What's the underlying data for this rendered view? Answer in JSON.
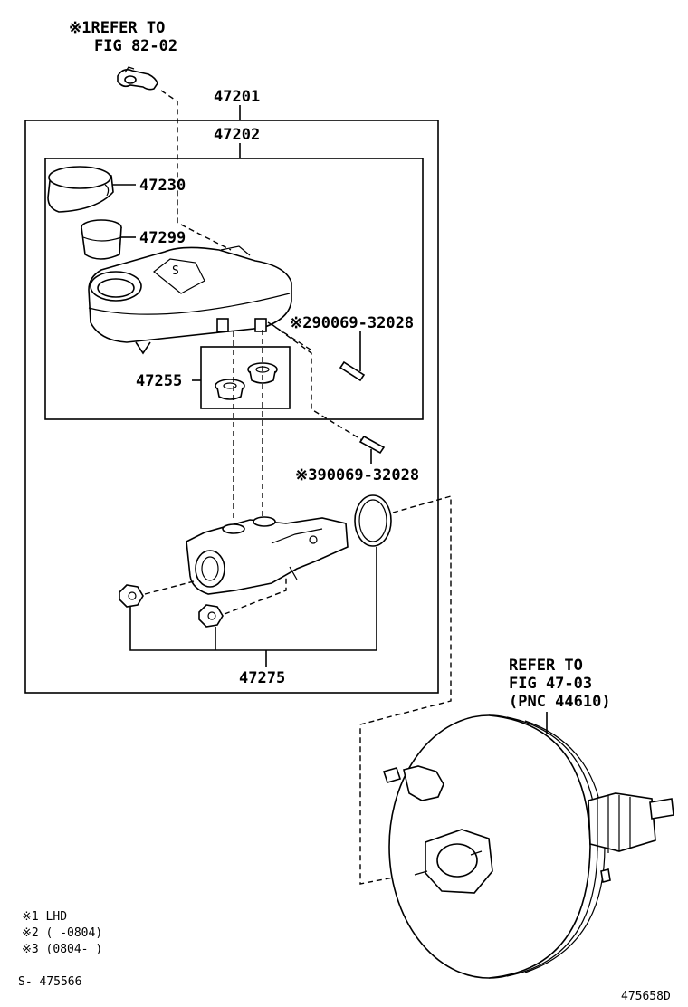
{
  "labels": {
    "refer_top_line1": "※1REFER TO",
    "refer_top_line2": "FIG 82-02",
    "part_47201": "47201",
    "part_47202": "47202",
    "part_47230": "47230",
    "part_47299": "47299",
    "part_47255": "47255",
    "part_90069_a": "※290069-32028",
    "part_90069_b": "※390069-32028",
    "part_47275": "47275",
    "refer_right_line1": "REFER TO",
    "refer_right_line2": "FIG 47-03",
    "refer_right_line3": "(PNC 44610)"
  },
  "notes": [
    "※1 LHD",
    "※2 (     -0804)",
    "※3 (0804-     )"
  ],
  "footer": {
    "left_code": "S- 475566",
    "right_code": "475658D"
  }
}
